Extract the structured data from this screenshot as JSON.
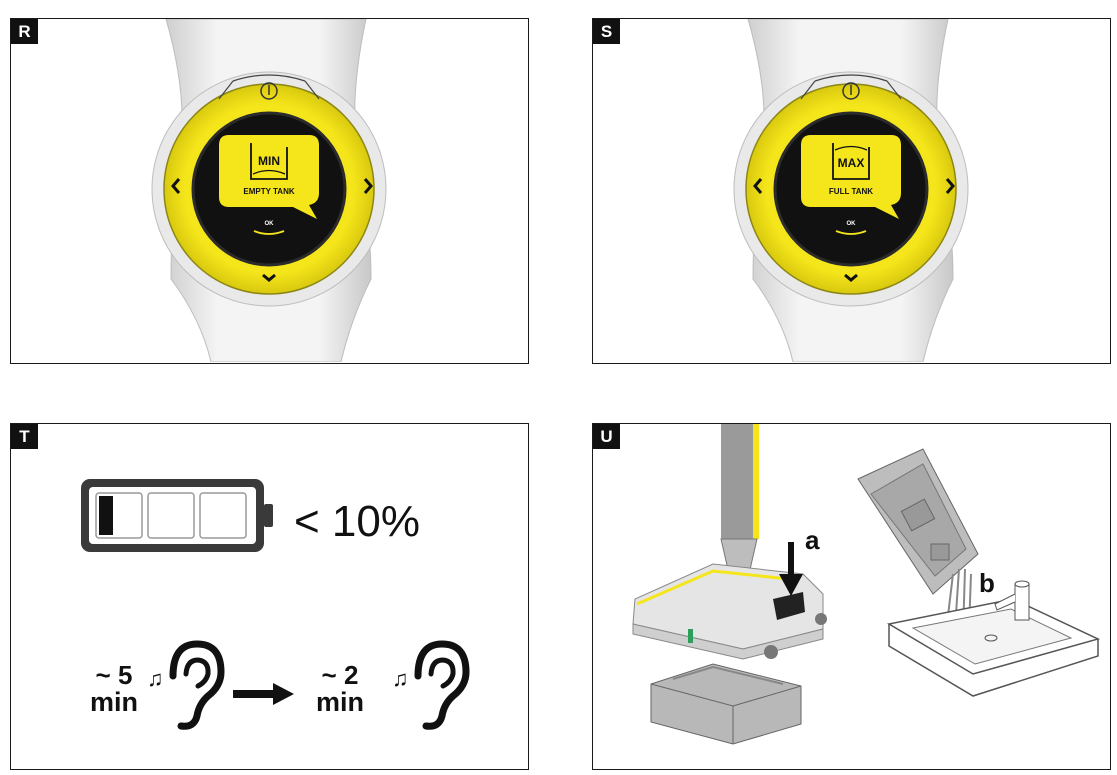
{
  "panels": {
    "r": {
      "label": "R",
      "display": {
        "text_min": "MIN",
        "text_tank": "EMPTY TANK",
        "ok": "OK"
      },
      "icons": [
        "power-icon",
        "chevron-left-icon",
        "chevron-right-icon",
        "chevron-down-icon",
        "tank-min-icon"
      ]
    },
    "s": {
      "label": "S",
      "display": {
        "text_max": "MAX",
        "text_tank": "FULL TANK",
        "ok": "OK"
      },
      "icons": [
        "power-icon",
        "chevron-left-icon",
        "chevron-right-icon",
        "chevron-down-icon",
        "tank-max-icon"
      ]
    },
    "t": {
      "label": "T",
      "battery_level": 0.1,
      "battery_text": "< 10%",
      "interval_1": {
        "tilde": "~",
        "value": "5",
        "unit": "min"
      },
      "interval_2": {
        "tilde": "~",
        "value": "2",
        "unit": "min"
      },
      "icons": [
        "battery-icon",
        "music-note-icon",
        "ear-icon",
        "arrow-right-icon"
      ]
    },
    "u": {
      "label": "U",
      "callout_a": "a",
      "callout_b": "b",
      "icons": [
        "floor-cleaner-illustration",
        "roller-tray-illustration",
        "sink-illustration",
        "faucet-icon"
      ]
    }
  },
  "colors": {
    "accent_yellow": "#f5e61b",
    "display_black": "#111111",
    "outline": "#1a1a1a"
  }
}
